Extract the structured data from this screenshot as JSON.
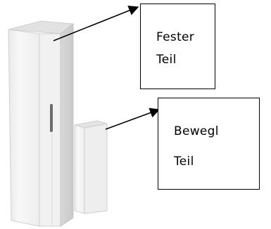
{
  "labels": {
    "fixed_part": {
      "line1": "Fester",
      "line2": "Teil"
    },
    "moving_part": {
      "line1": "Bewegl",
      "line2": "Teil"
    }
  },
  "colors": {
    "housing_front": "#f4f4f4",
    "housing_side": "#dcdcdc",
    "housing_edge": "#c4c4c4",
    "arrow": "#000000"
  }
}
